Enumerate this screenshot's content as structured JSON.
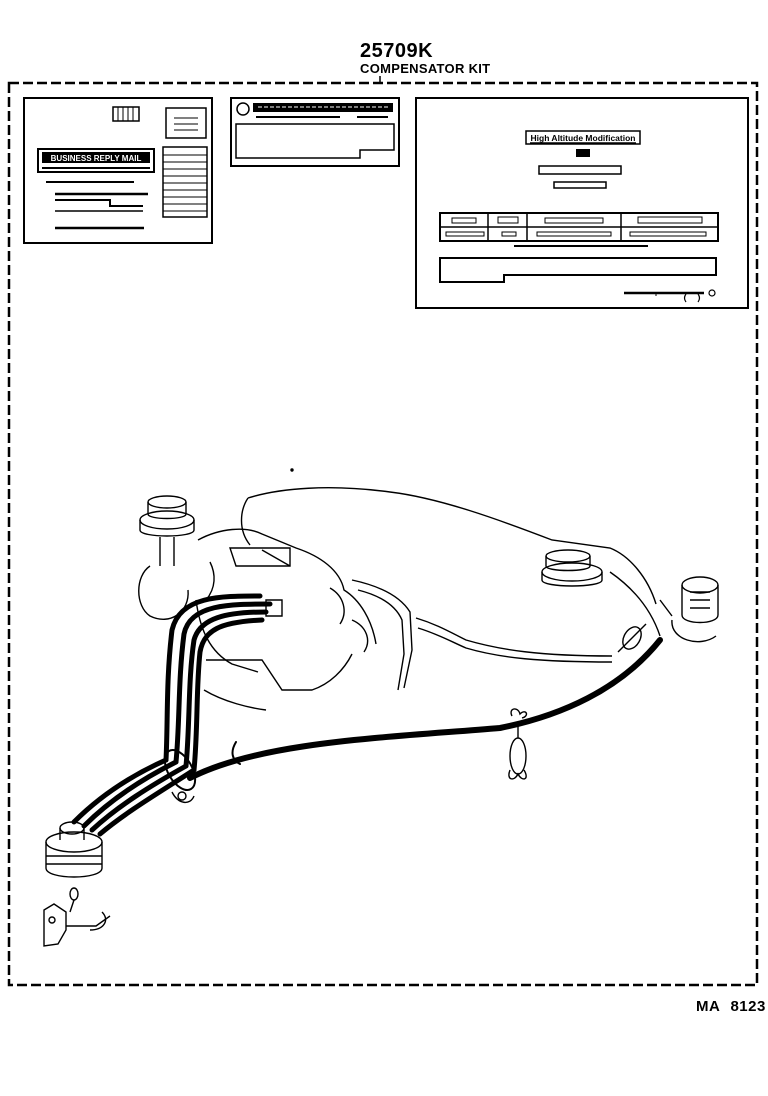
{
  "header": {
    "part_number": "25709K",
    "part_name": "COMPENSATOR KIT"
  },
  "footer": {
    "reference_code": "MA  8123"
  },
  "labels": {
    "business_reply_mail": "BUSINESS REPLY MAIL",
    "high_altitude_modification": "High Altitude Modification"
  },
  "colors": {
    "ink": "#000000",
    "paper": "#ffffff"
  }
}
